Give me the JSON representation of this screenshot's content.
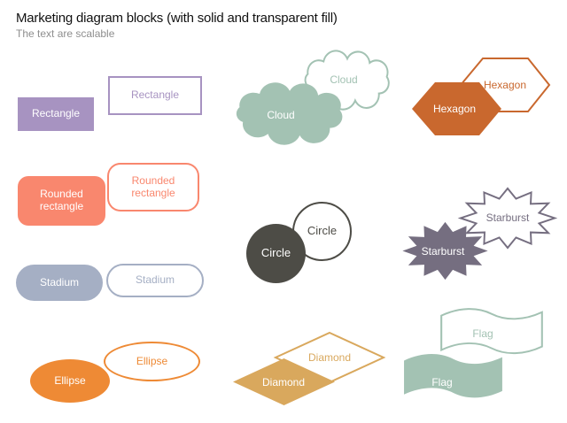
{
  "page": {
    "title": "Marketing diagram blocks (with solid and transparent fill)",
    "subtitle": "The text are scalable"
  },
  "shapes": {
    "rectangle": {
      "label": "Rectangle",
      "color": "#a793c1"
    },
    "rounded_rectangle": {
      "label": "Rounded rectangle",
      "color": "#f9876e"
    },
    "stadium": {
      "label": "Stadium",
      "color": "#a5afc4"
    },
    "ellipse": {
      "label": "Ellipse",
      "color": "#ee8a35"
    },
    "cloud": {
      "label": "Cloud",
      "color": "#a3c2b3"
    },
    "circle": {
      "label": "Circle",
      "color": "#4d4c46"
    },
    "diamond": {
      "label": "Diamond",
      "color": "#d9a85d"
    },
    "hexagon": {
      "label": "Hexagon",
      "color": "#c9682e"
    },
    "starburst": {
      "label": "Starburst",
      "color": "#756e80"
    },
    "flag": {
      "label": "Flag",
      "color": "#a3c2b3"
    },
    "solid_text_color": "#ffffff"
  }
}
